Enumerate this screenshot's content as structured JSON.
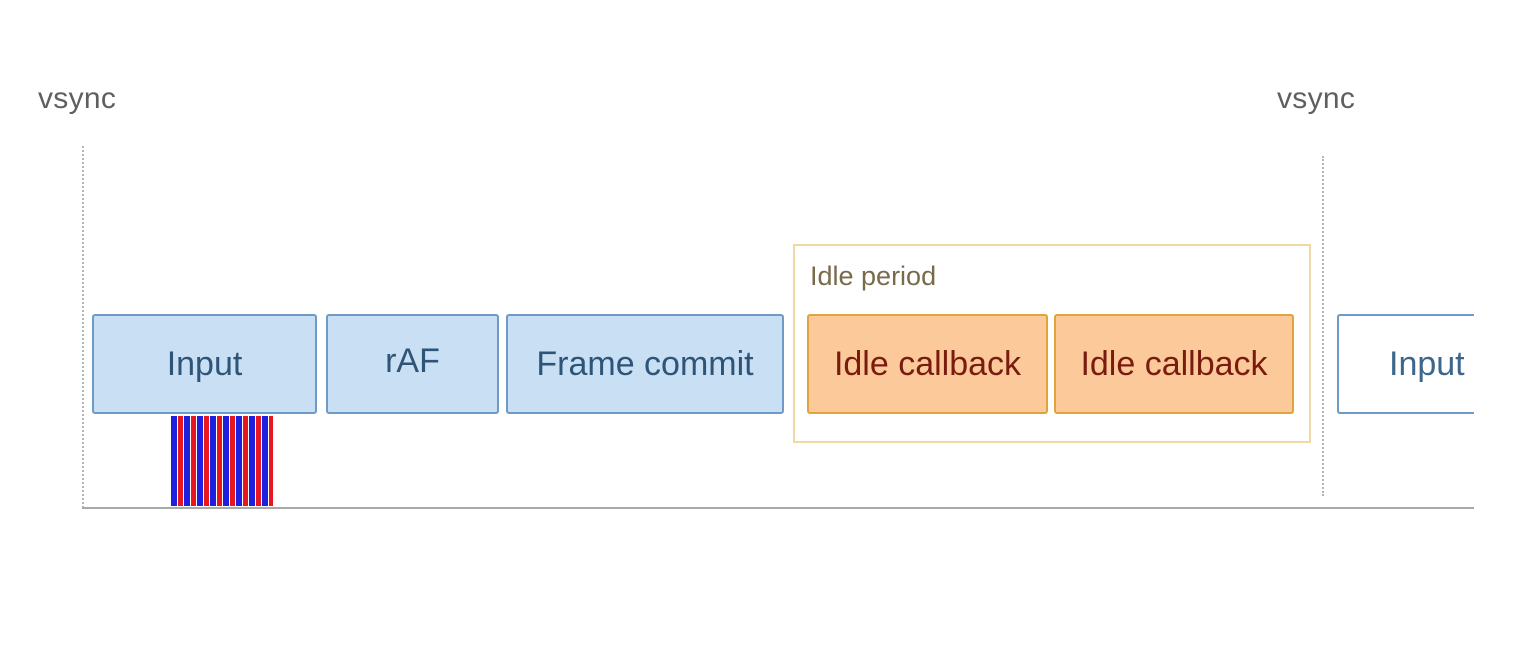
{
  "vsync": {
    "left_label": "vsync",
    "right_label": "vsync"
  },
  "frame_tasks": {
    "input": "Input",
    "raf": "rAF",
    "frame_commit": "Frame commit"
  },
  "idle_period": {
    "label": "Idle period",
    "callbacks": [
      "Idle callback",
      "Idle callback"
    ]
  },
  "next_frame": {
    "input": "Input"
  },
  "colors": {
    "frame_task_fill": "#c9e0f4",
    "frame_task_border": "#6f9ac6",
    "idle_task_fill": "#fcc99a",
    "idle_task_border": "#e2a23c",
    "idle_period_border": "#f0d8a6",
    "input_event_blue": "#1f1fe0",
    "input_event_red": "#e8161f"
  }
}
